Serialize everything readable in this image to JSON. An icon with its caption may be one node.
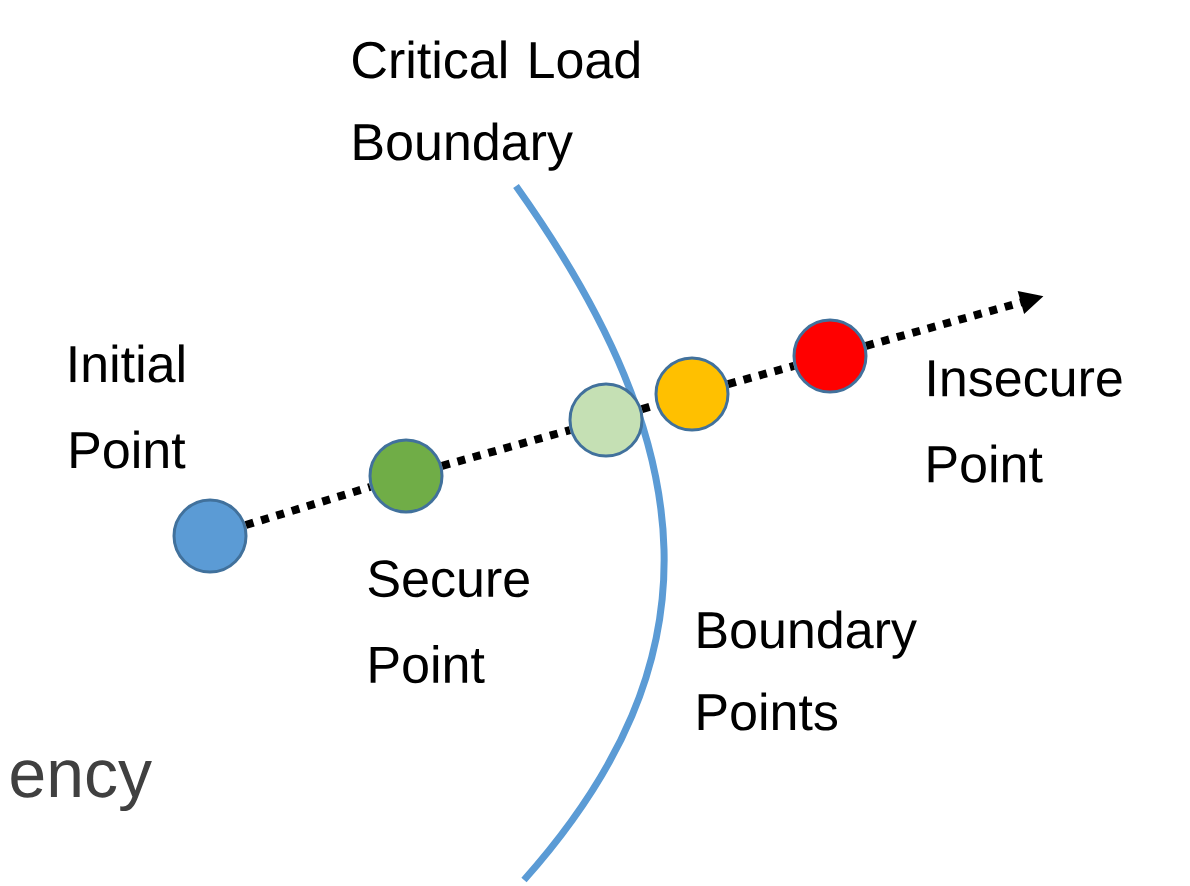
{
  "diagram": {
    "nodes": [
      {
        "text": [],
        "shape": "circle",
        "beside": [
          "Initial Point"
        ]
      },
      {
        "text": [],
        "shape": "circle",
        "beside": [
          "Secure Point"
        ]
      },
      {
        "text": [],
        "shape": "circle"
      },
      {
        "text": [],
        "shape": "circle"
      },
      {
        "text": [],
        "shape": "circle",
        "beside": [
          "Insecure Point"
        ]
      }
    ],
    "edges": [
      {
        "from": 0,
        "to": 1,
        "arrow": "none"
      },
      {
        "from": 1,
        "to": 2,
        "arrow": "none"
      },
      {
        "from": 2,
        "to": 3,
        "arrow": "none"
      },
      {
        "from": 3,
        "to": 4,
        "arrow": "none"
      },
      {
        "from": 4,
        "to": null,
        "arrow": "to"
      }
    ],
    "labels": [
      "Critical Load Boundary",
      "Boundary Points",
      "ency"
    ]
  }
}
